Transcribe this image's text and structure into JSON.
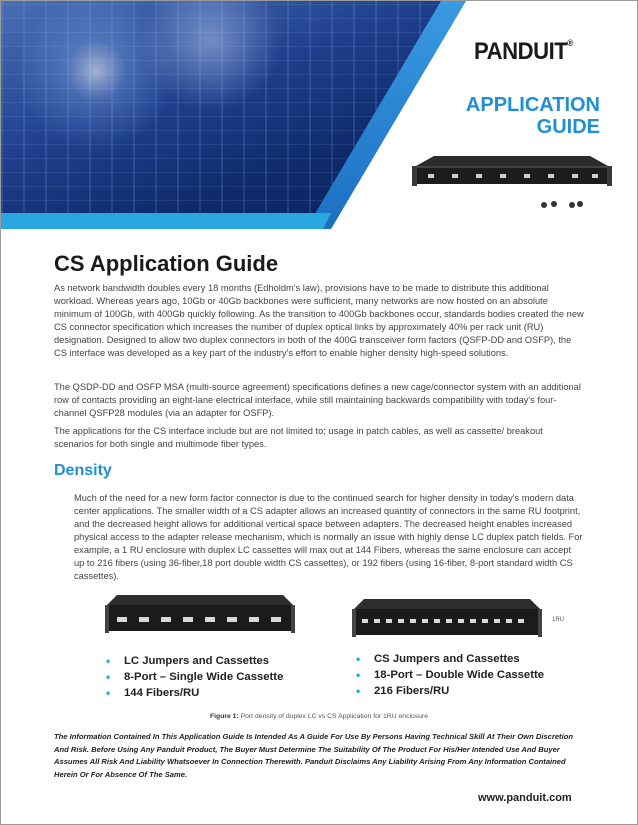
{
  "header": {
    "logo_text": "PANDUIT",
    "logo_reg": "®",
    "app_title_line1": "APPLICATION",
    "app_title_line2": "GUIDE",
    "accent_color": "#1f8fd6",
    "stripe_color": "#2aa7df"
  },
  "document": {
    "title": "CS Application Guide",
    "paragraphs": [
      "As network bandwidth doubles every 18 months (Edholdm's law), provisions have to be made to distribute this additional workload. Whereas years ago, 10Gb or 40Gb backbones were sufficient, many networks are now hosted on an absolute minimum of 100Gb, with 400Gb quickly following. As the transition to 400Gb backbones occur, standards bodies created the new CS connector specification which increases the number of duplex optical links by approximately 40% per rack unit (RU) designation. Designed to allow two duplex connectors in both of the 400G transceiver form factors (QSFP-DD and OSFP), the CS interface was developed as a key part of the industry's effort to enable higher density high-speed solutions.",
      "The QSDP-DD and OSFP MSA (multi-source agreement) specifications defines a new cage/connector system with an additional row of contacts providing an eight-lane electrical interface, while still maintaining backwards compatibility with today's four-channel QSFP28 modules (via an adapter for OSFP).",
      "The applications for the CS interface include but are not limited to; usage in patch cables, as well as cassette/ breakout scenarios for both single and multimode fiber types."
    ],
    "section_heading": "Density",
    "density_paragraph": "Much of the need for a new form factor connector is due to the continued search for higher density in today's modern data center applications. The smaller width of a CS adapter allows an increased quantity of connectors in the same RU footprint, and the decreased height allows for additional vertical space between adapters. The decreased height enables increased physical access to the adapter release mechanism, which is normally an issue with highly dense LC duplex patch fields. For example, a 1 RU enclosure with duplex LC cassettes will max out at 144 Fibers, whereas the same enclosure can accept up to 216 fibers (using 36-fiber,18 port double width CS cassettes), or 192 fibers (using 16-fiber, 8-port standard width CS cassettes).",
    "ru_label": "1RU",
    "left_bullets": [
      "LC Jumpers and Cassettes",
      "8-Port – Single Wide Cassette",
      "144 Fibers/RU"
    ],
    "right_bullets": [
      "CS Jumpers and Cassettes",
      "18-Port – Double Wide Cassette",
      "216 Fibers/RU"
    ],
    "bullet_glyph": "•",
    "caption_label": "Figure 1:",
    "caption_text": "Port density of duplex LC vs CS Application for 1RU enclosure",
    "disclaimer": "The Information Contained In This Application Guide Is Intended As A Guide For Use By Persons Having Technical Skill At Their Own Discretion And Risk. Before Using Any Panduit Product, The Buyer Must Determine The Suitability Of The Product For His/Her Intended Use And Buyer Assumes All Risk And Liability Whatsoever In Connection Therewith. Panduit Disclaims Any Liability Arising From Any Information Contained Herein Or For Absence Of The Same.",
    "website": "www.panduit.com"
  }
}
